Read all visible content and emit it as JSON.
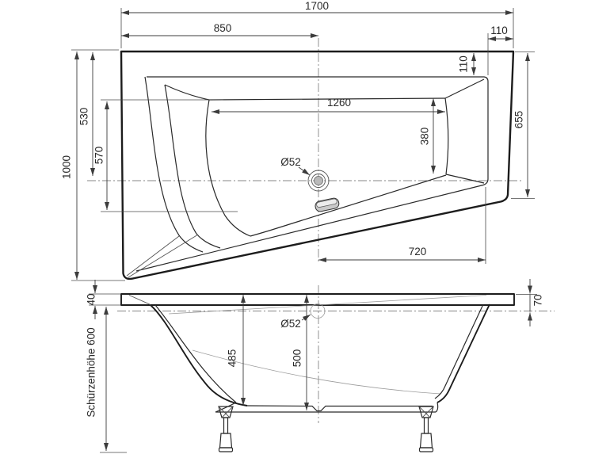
{
  "top_view": {
    "labels": {
      "overall_length": "1700",
      "left_to_drain_center": "850",
      "rim_width_right": "110",
      "rim_depth_right": "110",
      "inner_length": "1260",
      "inner_width_right": "380",
      "right_side_width": "655",
      "overall_width": "1000",
      "upper_left_width": "530",
      "lower_left_width": "570",
      "drain_diameter": "Ø52",
      "drain_to_inner_right": "720"
    }
  },
  "side_view": {
    "labels": {
      "rim_thickness": "40",
      "apron_height": "Schürzenhöhe 600",
      "inner_depth": "485",
      "outer_depth": "500",
      "drain_diameter": "Ø52",
      "rim_edge_drop": "70"
    }
  },
  "colors": {
    "line": "#1c1c1c",
    "dimension": "#3c3c3c",
    "centerline": "#868686",
    "drain_fill": "#b9b9b9",
    "overflow_fill": "#c9c9c9"
  }
}
